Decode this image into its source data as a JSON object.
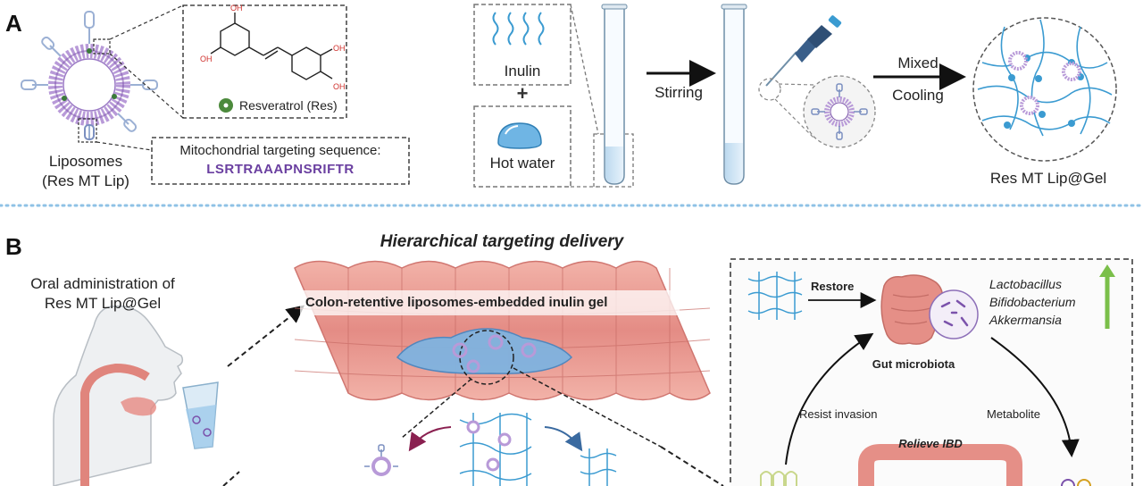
{
  "panelA": {
    "letter": "A",
    "liposomes_label_line1": "Liposomes",
    "liposomes_label_line2": "(Res MT Lip)",
    "oh_label": "OH",
    "resveratrol_label": "Resveratrol (Res)",
    "mts_title": "Mitochondrial targeting sequence:",
    "mts_sequence": "LSRTRAAAPNSRIFTR",
    "inulin_label": "Inulin",
    "plus_sign": "+",
    "hot_water_label": "Hot water",
    "stirring_label": "Stirring",
    "mixed_label": "Mixed",
    "cooling_label": "Cooling",
    "product_label": "Res MT Lip@Gel"
  },
  "panelB": {
    "letter": "B",
    "hierarchical_title": "Hierarchical targeting delivery",
    "oral_line1": "Oral administration of",
    "oral_line2": "Res MT Lip@Gel",
    "colon_label": "Colon-retentive liposomes-embedded inulin gel",
    "restore_label": "Restore",
    "gut_microbiota_label": "Gut microbiota",
    "bacteria": [
      "Lactobacillus",
      "Bifidobacterium",
      "Akkermansia"
    ],
    "resist_label": "Resist invasion",
    "metabolite_label": "Metabolite",
    "relieve_label": "Relieve IBD"
  },
  "colors": {
    "purple": "#7b52ab",
    "lipid": "#b89ad8",
    "blue": "#3b9bd1",
    "intestine": "#e8908a",
    "arrow_green": "#7bbf4a"
  }
}
